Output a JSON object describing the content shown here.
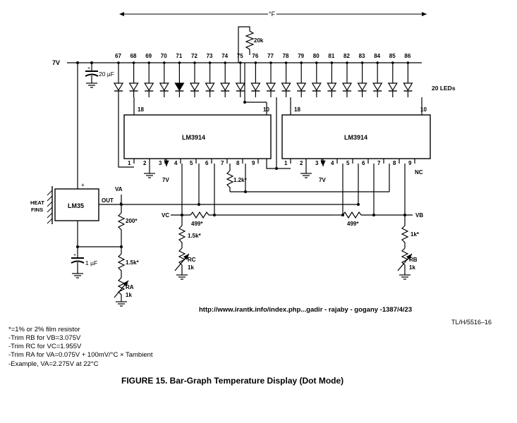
{
  "header": {
    "span_label": "°F"
  },
  "supply": {
    "label": "7V",
    "cap": "20 µF"
  },
  "pot_top": "20k",
  "led_numbers": [
    "67",
    "68",
    "69",
    "70",
    "71",
    "72",
    "73",
    "74",
    "75",
    "76",
    "77",
    "78",
    "79",
    "80",
    "81",
    "82",
    "83",
    "84",
    "85",
    "86"
  ],
  "leds_label": "20 LEDs",
  "ic_left": {
    "name": "LM3914",
    "pins_bottom": [
      "1",
      "2",
      "3",
      "4",
      "5",
      "6",
      "7",
      "8",
      "9"
    ],
    "pin18": "18",
    "pin10": "10",
    "pin3_label": "7V"
  },
  "ic_right": {
    "name": "LM3914",
    "pins_bottom": [
      "1",
      "2",
      "3",
      "4",
      "5",
      "6",
      "7",
      "8",
      "9"
    ],
    "pin18": "18",
    "pin10": "10",
    "pin3_label": "7V",
    "nc": "NC"
  },
  "sensor": {
    "name": "LM35",
    "plus": "+",
    "out": "OUT",
    "heat": "HEAT",
    "fins": "FINS",
    "va": "VA"
  },
  "resistors": {
    "r_200": "200*",
    "r_1k5a": "1.5k*",
    "ra": "RA",
    "ra_val": "1k",
    "c_1u": "1 µF",
    "r_1k2": "1.2k*",
    "vc": "VC",
    "r_499a": "499*",
    "r_1k5c": "1.5k*",
    "rc": "RC",
    "rc_val": "1k",
    "vb": "VB",
    "r_499b": "499*",
    "r_1kb": "1k*",
    "rb": "RB",
    "rb_val": "1k"
  },
  "url": "http://www.irantk.info/index.php...gadir - rajaby - gogany -1387/4/23",
  "doc_ref": "TL/H/5516–16",
  "notes": [
    "*=1% or 2% film resistor",
    "-Trim RB for VB=3.075V",
    "-Trim RC for VC=1.955V",
    "-Trim RA for VA=0.075V + 100mV/°C × Tambient",
    "-Example, VA=2.275V at 22°C"
  ],
  "caption": "FIGURE 15. Bar-Graph Temperature Display (Dot Mode)"
}
